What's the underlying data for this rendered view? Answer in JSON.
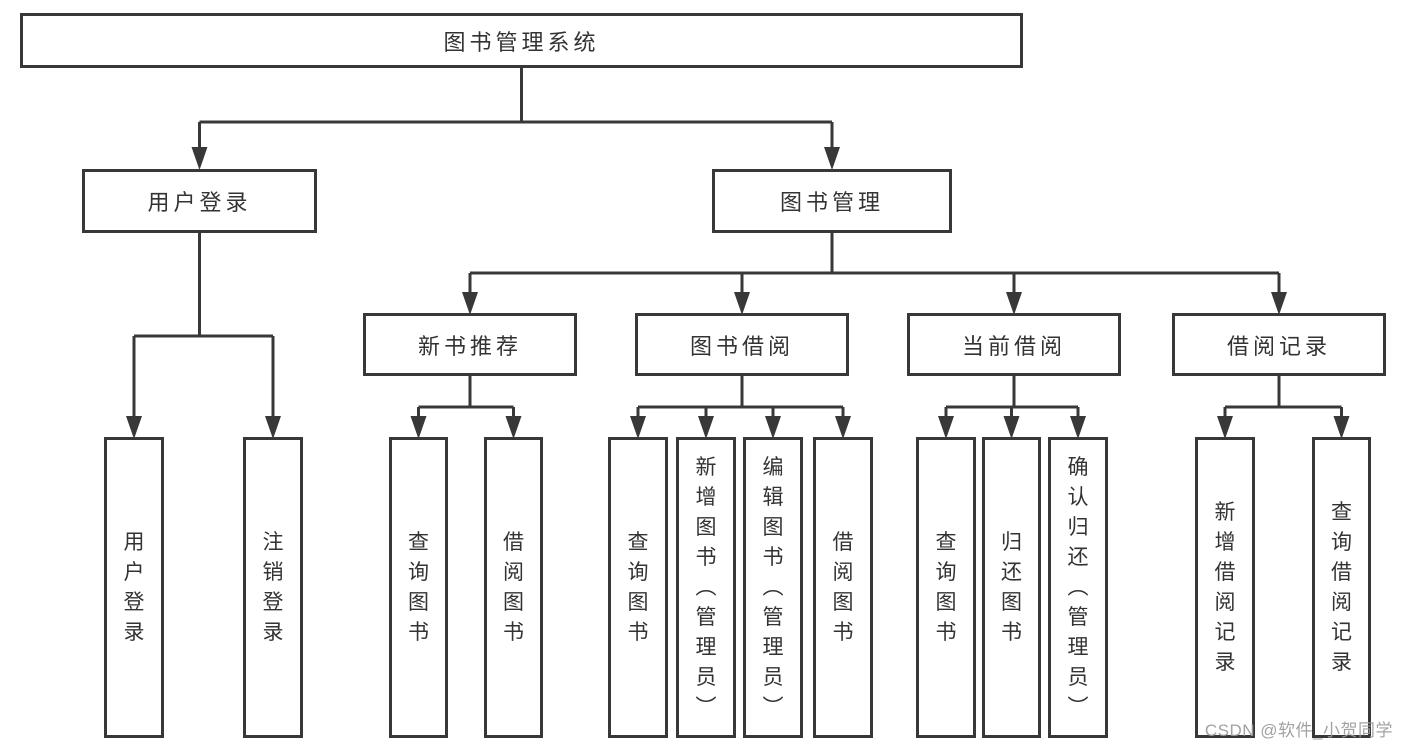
{
  "diagram": {
    "root_label": "图书管理系统",
    "level2": {
      "user_login": "用户登录",
      "book_mgmt": "图书管理"
    },
    "level3": {
      "new_books": "新书推荐",
      "book_borrow": "图书借阅",
      "current_borrow": "当前借阅",
      "borrow_records": "借阅记录"
    },
    "leaves": {
      "user_login": [
        "用户登录",
        "注销登录"
      ],
      "new_books": [
        "查询图书",
        "借阅图书"
      ],
      "book_borrow": [
        "查询图书",
        "新增图书（管理员）",
        "编辑图书（管理员）",
        "借阅图书"
      ],
      "current_borrow": [
        "查询图书",
        "归还图书",
        "确认归还（管理员）"
      ],
      "borrow_records": [
        "新增借阅记录",
        "查询借阅记录"
      ]
    },
    "colors": {
      "line": "#383838",
      "text": "#333333",
      "watermark": "#9b9b9b",
      "background": "#ffffff"
    }
  },
  "watermark": {
    "text": "CSDN @软件_小贺同学"
  }
}
